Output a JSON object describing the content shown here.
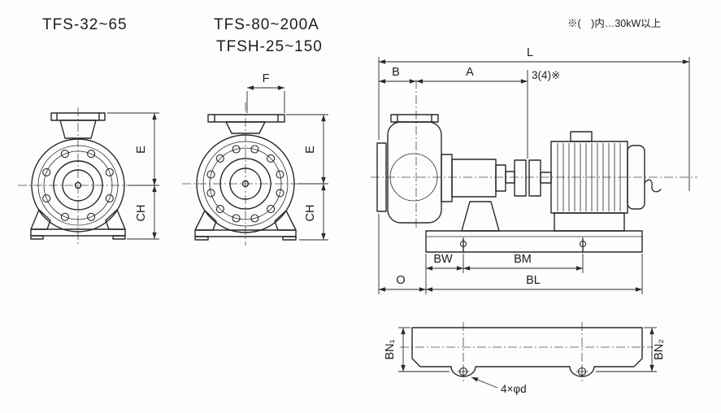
{
  "page": {
    "background": "#fdfdfc",
    "line_color": "#26292c"
  },
  "titles": {
    "model_range_1": "TFS-32~65",
    "model_range_2": "TFS-80~200A",
    "model_range_3": "TFSH-25~150",
    "note": "※(　)内…30kW以上"
  },
  "front_view_small": {
    "dim_e": "E",
    "dim_ch": "CH"
  },
  "front_view_large": {
    "dim_f": "F",
    "dim_e": "E",
    "dim_ch": "CH"
  },
  "side_view": {
    "dim_l": "L",
    "dim_b": "B",
    "dim_a": "A",
    "coupling_gap": "3(4)※",
    "dim_bw": "BW",
    "dim_bm": "BM",
    "dim_o": "O",
    "dim_bl": "BL"
  },
  "plan_view": {
    "dim_bn1": "BN₁",
    "dim_bn2": "BN₂",
    "bolt_note": "4×φd"
  }
}
